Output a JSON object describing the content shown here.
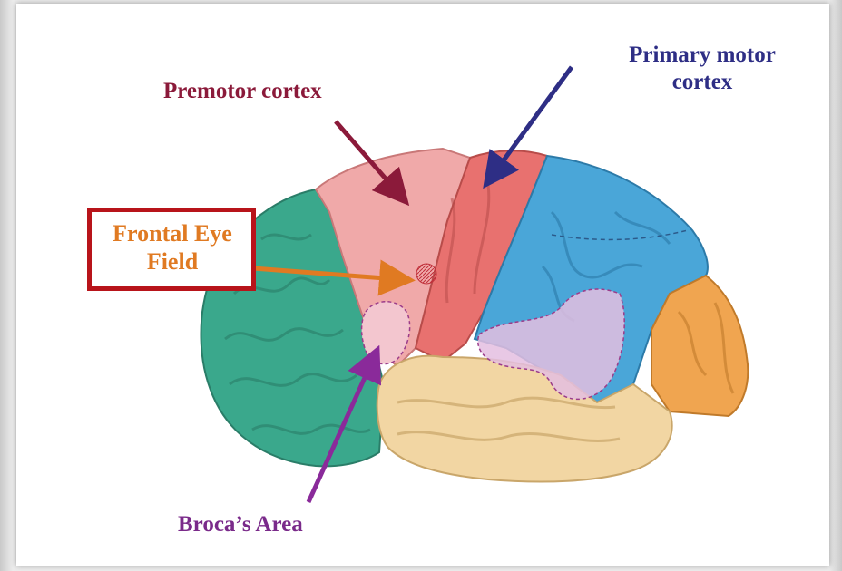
{
  "labels": {
    "premotor_cortex": "Premotor cortex",
    "primary_motor_line1": "Primary motor",
    "primary_motor_line2": "cortex",
    "frontal_eye_field_line1": "Frontal Eye",
    "frontal_eye_field_line2": "Field",
    "brocas_area": "Broca’s Area"
  },
  "colors": {
    "prefrontal": "#3aa88c",
    "premotor": "#f0a9a9",
    "primary_motor": "#e8716f",
    "parietal": "#4aa6d8",
    "occipital": "#f0a550",
    "temporal": "#f2d6a3",
    "broca": "#f3c6cf",
    "wernicke": "#e4bee0",
    "arrow_premotor": "#8b1a3a",
    "arrow_primary": "#2e2e85",
    "arrow_fef": "#e07a22",
    "arrow_broca": "#8a2a9a",
    "fef_box_border": "#b8141a"
  }
}
